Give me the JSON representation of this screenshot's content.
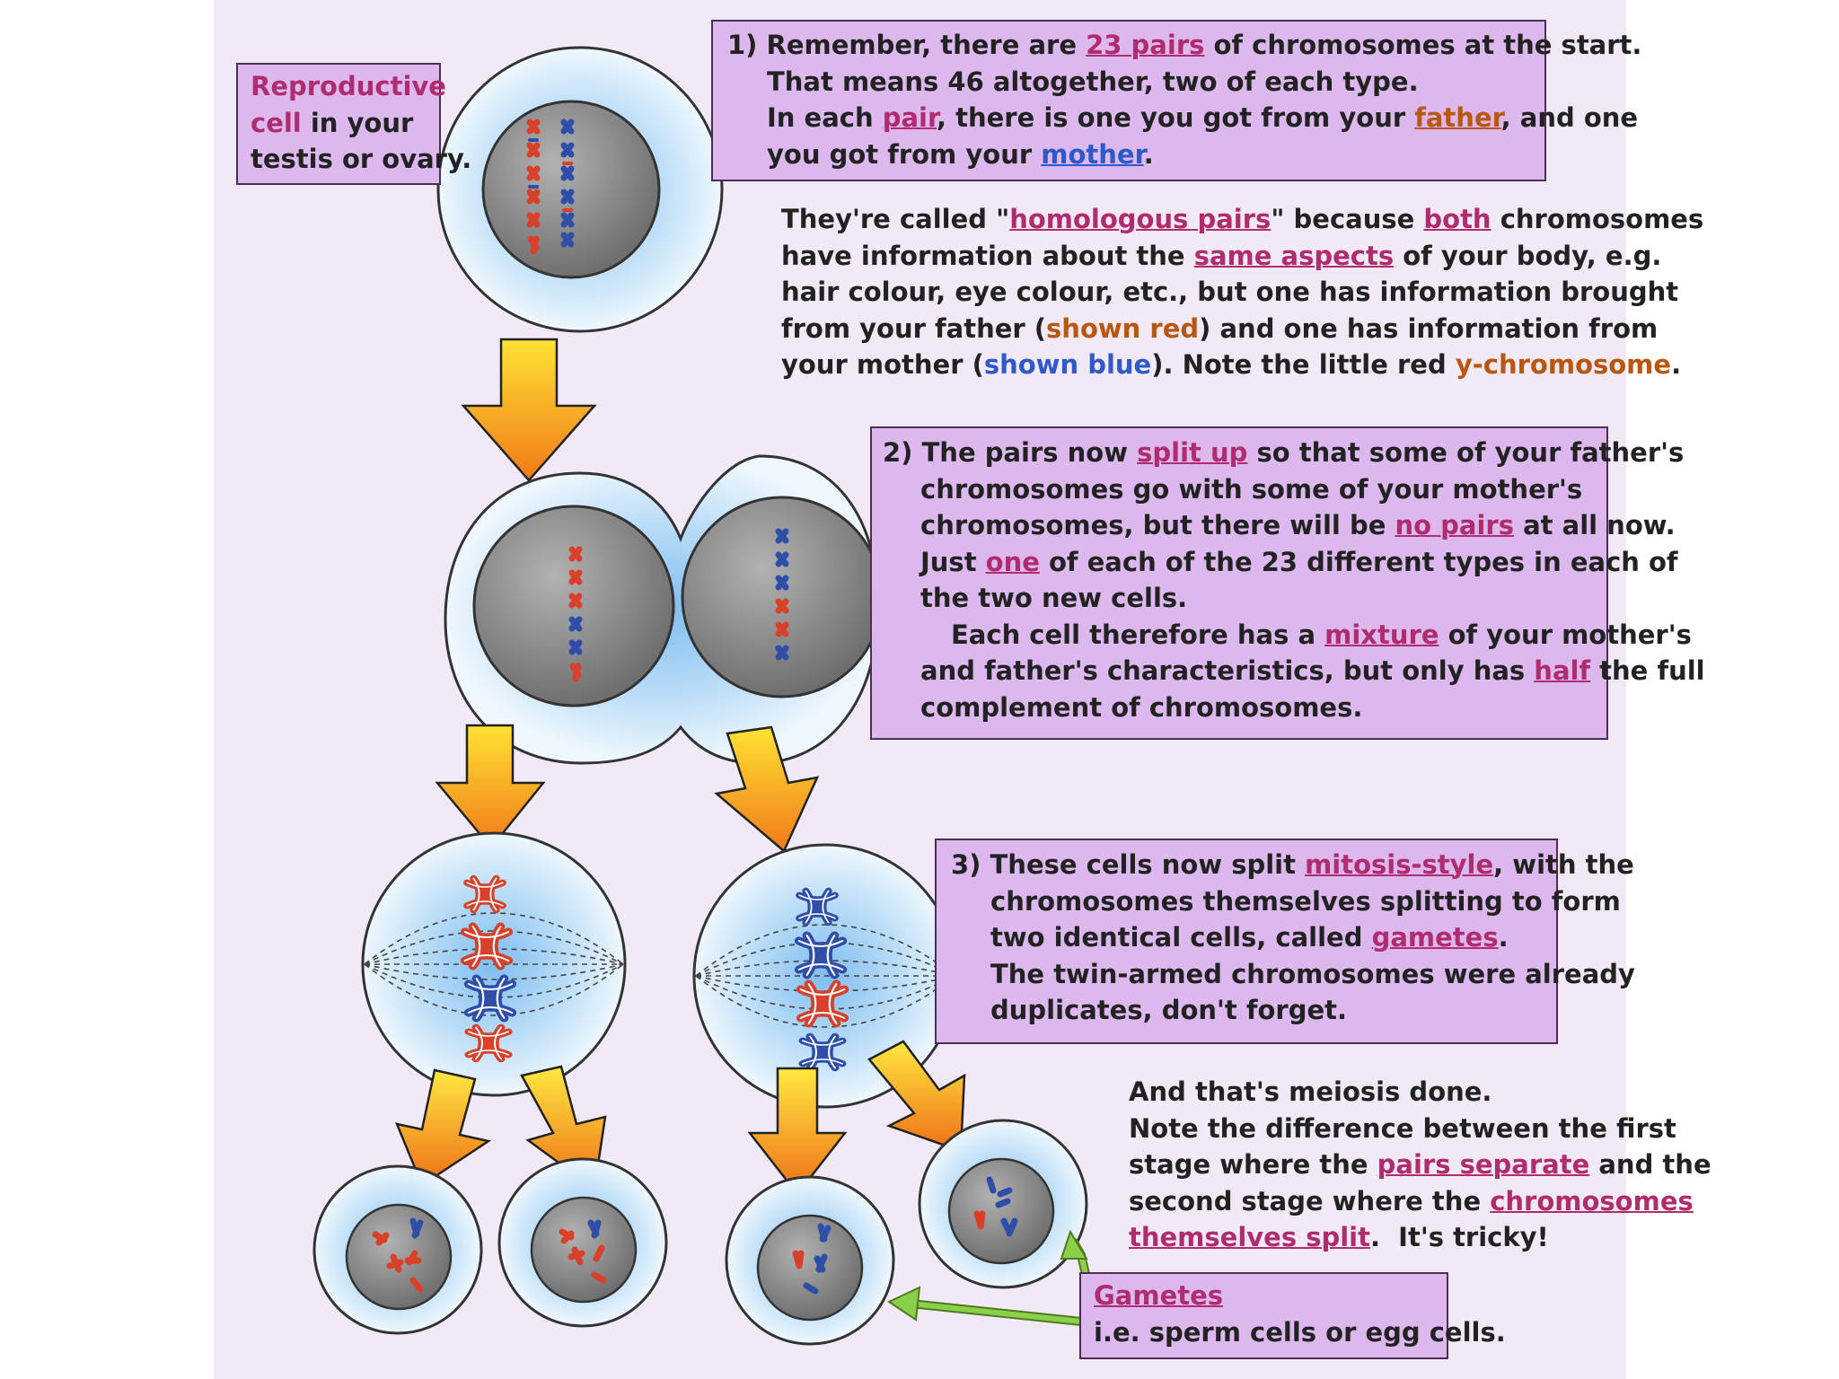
{
  "colors": {
    "background": "#f1eaf6",
    "box_fill": "#dcb8ee",
    "box_border": "#4a2f52",
    "cell_fill": "#cfe6f8",
    "nucleus": "#828282",
    "father_chromosome": "#d8402a",
    "mother_chromosome": "#2e4ea8",
    "arrow_gradient": [
      "#ffe233",
      "#f07a1a"
    ],
    "gamete_pointer": "#7ac142",
    "highlight_text": "#b02c6e"
  },
  "label_reproductive": {
    "l1": "Reproductive",
    "l2a": "cell",
    "l2b": " in your",
    "l3": "testis or ovary."
  },
  "step1": {
    "l1a": "1) Remember, there are ",
    "l1b": "23 pairs",
    "l1c": " of chromosomes at the start.",
    "l2": "That means 46 altogether, two of each type.",
    "l3a": "In each ",
    "l3b": "pair",
    "l3c": ", there is one you got from your ",
    "l3d": "father",
    "l3e": ", and one",
    "l4a": "you got from your ",
    "l4b": "mother",
    "l4c": "."
  },
  "homologous_note": {
    "l1a": "They're called \"",
    "l1b": "homologous pairs",
    "l1c": "\" because ",
    "l1d": "both",
    "l1e": " chromosomes",
    "l2a": "have information about the ",
    "l2b": "same aspects",
    "l2c": " of your body, e.g.",
    "l3": "hair colour, eye colour, etc., but one has information brought",
    "l4a": "from your father (",
    "l4b": "shown red",
    "l4c": ") and one has information from",
    "l5a": "your mother (",
    "l5b": "shown blue",
    "l5c": "). Note the little red ",
    "l5d": "y-chromosome",
    "l5e": "."
  },
  "step2": {
    "l1a": "2) The pairs now ",
    "l1b": "split up",
    "l1c": " so that some of your father's",
    "l2": "chromosomes go with some of your mother's",
    "l3a": "chromosomes, but there will be ",
    "l3b": "no pairs",
    "l3c": " at all now.",
    "l4a": "Just ",
    "l4b": "one",
    "l4c": " of each of the 23 different types in each of",
    "l5": "the two new cells.",
    "l6a": "Each cell therefore has a ",
    "l6b": "mixture",
    "l6c": " of your mother's",
    "l7a": "and father's characteristics, but only has ",
    "l7b": "half",
    "l7c": " the full",
    "l8": "complement of chromosomes."
  },
  "step3": {
    "l1a": "3) These cells now split ",
    "l1b": "mitosis-style",
    "l1c": ", with the",
    "l2": "chromosomes themselves splitting to form",
    "l3a": "two identical cells, called ",
    "l3b": "gametes",
    "l3c": ".",
    "l4": "The twin-armed chromosomes were already",
    "l5": "duplicates, don't forget."
  },
  "conclusion": {
    "l1": "And that's meiosis done.",
    "l2": "Note the difference between the first",
    "l3a": "stage where the ",
    "l3b": "pairs separate",
    "l3c": " and the",
    "l4a": "second stage where the ",
    "l4b": "chromosomes",
    "l5a": "themselves split",
    "l5b": ".  It's tricky!"
  },
  "gametes_label": {
    "title": "Gametes",
    "desc": "i.e. sperm cells or egg cells."
  }
}
